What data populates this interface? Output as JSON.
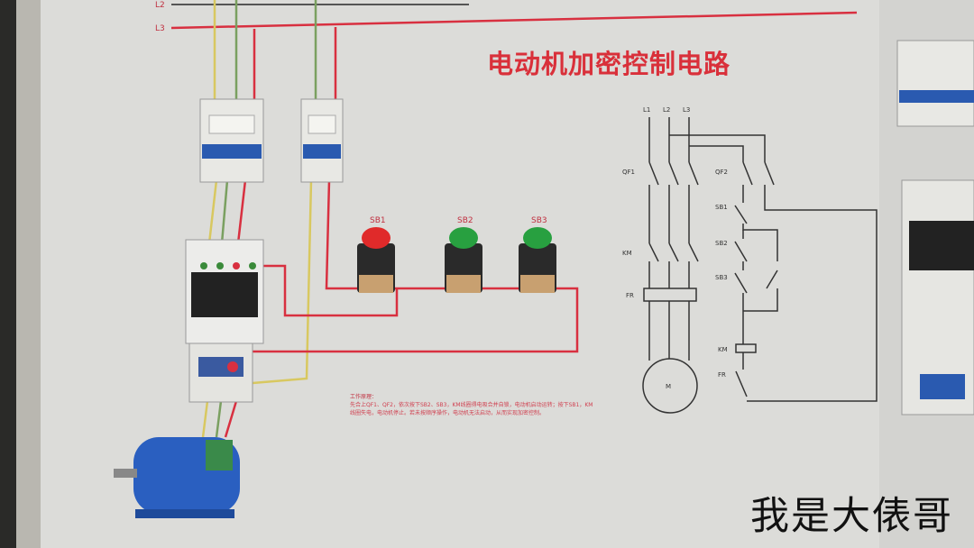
{
  "title": "电动机加密控制电路",
  "watermark": "我是大俵哥",
  "bus_labels": [
    "L2",
    "L3"
  ],
  "schematic_labels": {
    "phases": [
      "L1",
      "L2",
      "L3"
    ],
    "main_breaker": "QF1",
    "control_breaker": "QF2",
    "contactor_main": "KM",
    "overload_relay": "FR",
    "stop_button": "SB1",
    "button_2": "SB2",
    "button_3": "SB3",
    "coil": "KM",
    "fr_contact": "FR",
    "motor": "M"
  },
  "button_labels": [
    "SB1",
    "SB2",
    "SB3"
  ],
  "note": {
    "heading": "工作原理：",
    "body": "先合上QF1、QF2，依次按下SB2、SB3，KM线圈得电吸合并自锁，电动机启动运转；按下SB1，KM线圈失电，电动机停止。若未按顺序操作，电动机无法启动，从而实现加密控制。"
  },
  "colors": {
    "title": "#d9303a",
    "wire_red": "#d83040",
    "wire_yellow": "#d8c860",
    "wire_green": "#7aa060",
    "breaker_blue": "#2a5ab0",
    "motor_blue": "#2a5fc0",
    "button_red": "#e02a2a",
    "button_green": "#28a040"
  }
}
